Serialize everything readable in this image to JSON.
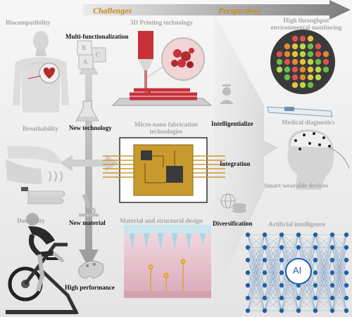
{
  "header": {
    "challenges": "Challenges",
    "perspectives": "Perspectives"
  },
  "left": {
    "biocompatibility": "Biocompatibility",
    "breathability": "Breathability",
    "durability": "Durability"
  },
  "middle": {
    "multi_functionalization": "Multi-functionalization",
    "printing": "3D Printing technology",
    "new_technology": "New technology",
    "micro_nano_line1": "Micro-nano fabrication",
    "micro_nano_line2": "technologies",
    "new_material": "New material",
    "material_structural": "Material and structural design",
    "high_performance": "High performance",
    "block_letters": [
      "B",
      "C",
      "A"
    ]
  },
  "right": {
    "monitoring_line1": "High throughput",
    "monitoring_line2": "environmental monitoring",
    "intelligentialize": "Intelligentialize",
    "medical": "Medical diagnostics",
    "integration": "Integration",
    "wearable": "Smart wearable devices",
    "diversification": "Diversification",
    "ai_caption": "Artificial intelligence",
    "ai_badge": "AI"
  },
  "colors": {
    "accent_gold": "#c88a1a",
    "label_grey": "#a6a6a6",
    "heart_red": "#b52a2a",
    "ink_red": "#c8303a",
    "chip_gold": "#c99a2e",
    "ai_blue": "#1f5fa8",
    "skin_pink": "#e8c5cf"
  }
}
